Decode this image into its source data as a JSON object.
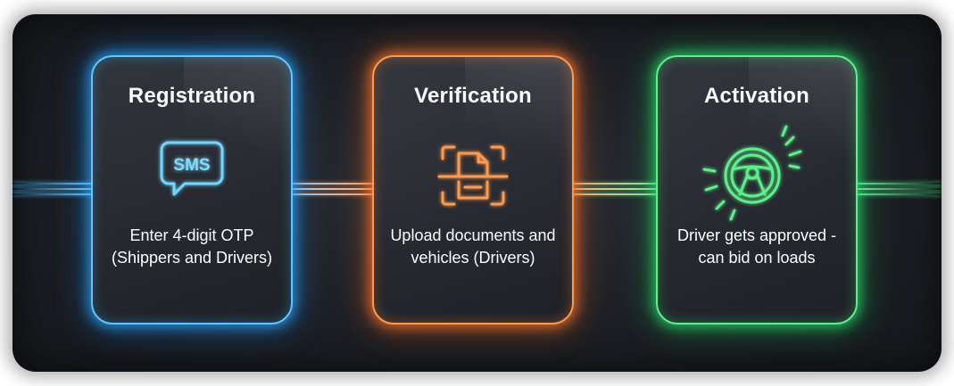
{
  "steps": [
    {
      "title": "Registration",
      "icon": "sms-chat-bubble-icon",
      "icon_text": "SMS",
      "description": "Enter 4-digit OTP (Shippers and Drivers)",
      "color": "#5cc8ff"
    },
    {
      "title": "Verification",
      "icon": "document-scan-icon",
      "description": "Upload documents and vehicles (Drivers)",
      "color": "#ff9a4d"
    },
    {
      "title": "Activation",
      "icon": "steering-wheel-icon",
      "description": "Driver gets approved - can bid on loads",
      "color": "#5cf08a"
    }
  ]
}
